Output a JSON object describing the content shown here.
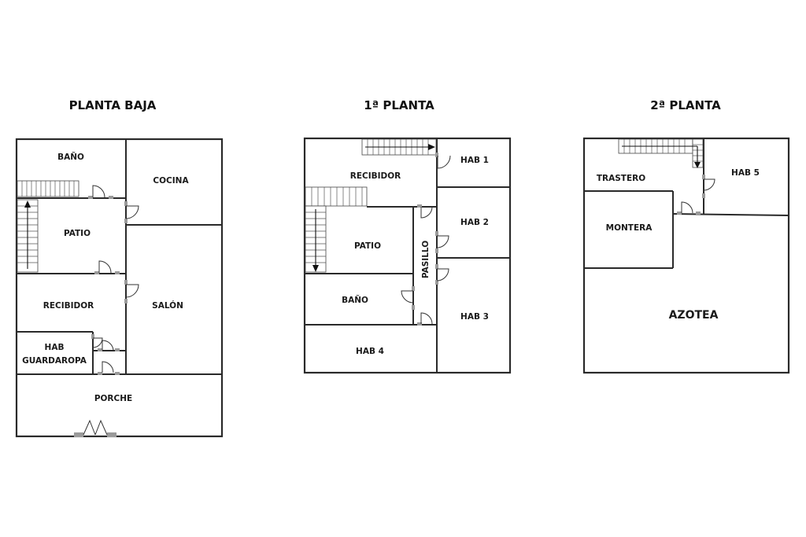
{
  "floors": {
    "ground": {
      "title": "PLANTA BAJA",
      "rooms": {
        "bano": "BAÑO",
        "cocina": "COCINA",
        "patio": "PATIO",
        "recibidor": "RECIBIDOR",
        "salon": "SALÓN",
        "hab_line1": "HAB",
        "hab_line2": "GUARDAROPA",
        "porche": "PORCHE"
      }
    },
    "first": {
      "title": "1ª PLANTA",
      "rooms": {
        "recibidor": "RECIBIDOR",
        "hab1": "HAB 1",
        "hab2": "HAB 2",
        "patio": "PATIO",
        "pasillo": "PASILLO",
        "bano": "BAÑO",
        "hab3": "HAB 3",
        "hab4": "HAB 4"
      }
    },
    "second": {
      "title": "2ª PLANTA",
      "rooms": {
        "trastero": "TRASTERO",
        "hab5": "HAB 5",
        "montera": "MONTERA",
        "azotea": "AZOTEA"
      }
    }
  },
  "colors": {
    "wall": "#2a2a2a",
    "jamb": "#9a9a9a",
    "background": "#ffffff"
  }
}
